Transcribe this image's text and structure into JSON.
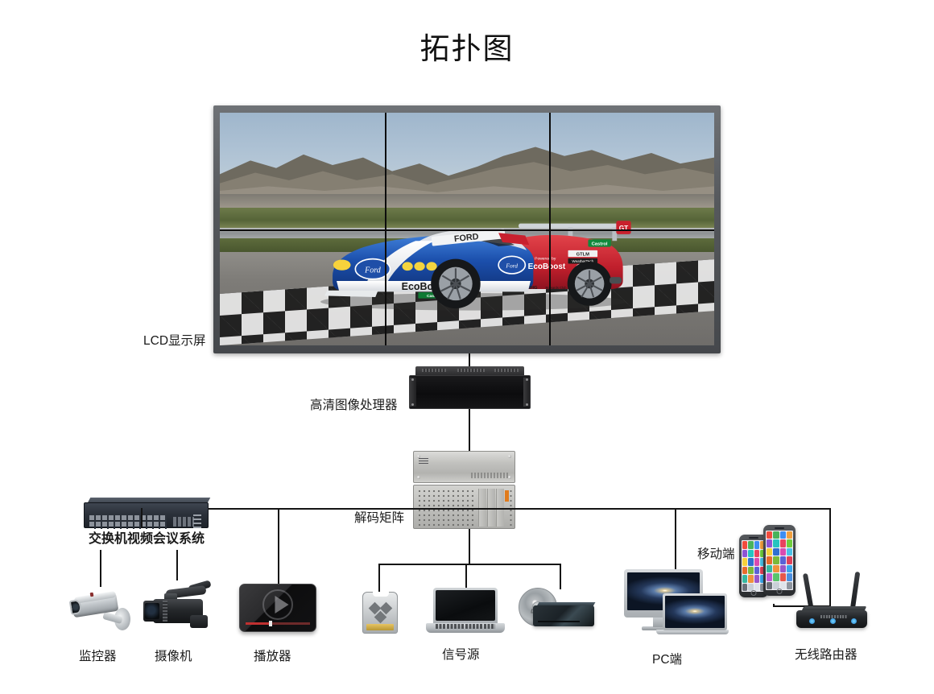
{
  "page": {
    "title": "拓扑图"
  },
  "nodes": {
    "lcd_wall": {
      "label": "LCD显示屏",
      "grid_cols": 3,
      "grid_rows": 2,
      "content": "赛车赛道画面"
    },
    "processor": {
      "label": "高清图像处理器"
    },
    "matrix": {
      "label": "解码矩阵"
    },
    "switch": {
      "label": "交换机视频会议系统"
    },
    "monitor_cam": {
      "label": "监控器"
    },
    "camcorder": {
      "label": "摄像机"
    },
    "player": {
      "label": "播放器"
    },
    "signal_source": {
      "label": "信号源"
    },
    "pc": {
      "label": "PC端"
    },
    "mobile": {
      "label": "移动端"
    },
    "router": {
      "label": "无线路由器"
    }
  },
  "colors": {
    "line": "#141414",
    "text": "#1a1a1a",
    "background": "#ffffff",
    "bezel": "#55585c",
    "matrix_metal": "#c2c2bf",
    "processor_black": "#0c0c0e",
    "router_led": "#1f7fd0",
    "player_bar": "#c03030"
  }
}
